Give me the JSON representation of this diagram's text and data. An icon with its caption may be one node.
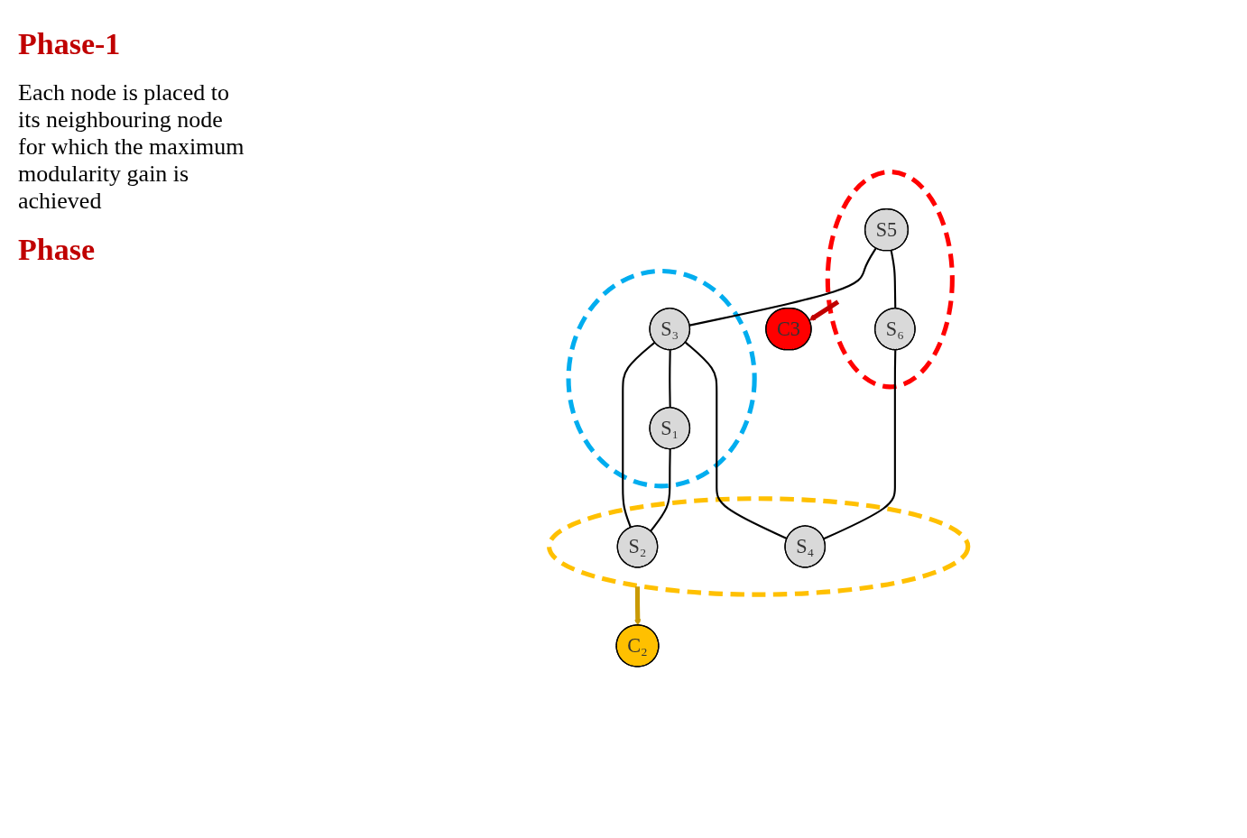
{
  "diagram": {
    "nodes": [
      {
        "text": [],
        "shape": "circle"
      },
      {
        "text": [
          "S₃"
        ],
        "in": 0
      },
      {
        "text": [
          "S₁"
        ],
        "in": 0
      },
      {
        "text": [],
        "shape": "circle"
      },
      {
        "text": [
          "S5"
        ],
        "in": 3
      },
      {
        "text": [
          "S₆"
        ],
        "in": 3
      },
      {
        "text": [],
        "shape": "circle"
      },
      {
        "text": [
          "S₂"
        ],
        "in": 6
      },
      {
        "text": [
          "S₄"
        ],
        "in": 6
      },
      {
        "text": [
          "C3"
        ]
      },
      {
        "text": [
          "C₂"
        ]
      }
    ],
    "edges": [
      {
        "from": 4,
        "to": 1,
        "arrow": "none"
      },
      {
        "from": 4,
        "to": 5,
        "arrow": "none"
      },
      {
        "from": 1,
        "to": 2,
        "arrow": "none"
      },
      {
        "from": 1,
        "to": 7,
        "arrow": "none"
      },
      {
        "from": 1,
        "to": 8,
        "arrow": "none"
      },
      {
        "from": 2,
        "to": 7,
        "arrow": "none"
      },
      {
        "from": 5,
        "to": 8,
        "arrow": "none"
      },
      {
        "from": 3,
        "to": 9,
        "arrow": "to",
        "style": "thick",
        "color": "#c00000"
      },
      {
        "from": 6,
        "to": 10,
        "arrow": "to",
        "style": "thick",
        "color": "#c99a06"
      }
    ],
    "labels": [
      "Phase-1",
      "Each node is placed to its neighbouring node for which the maximum modularity gain is achieved",
      "Phase"
    ]
  }
}
